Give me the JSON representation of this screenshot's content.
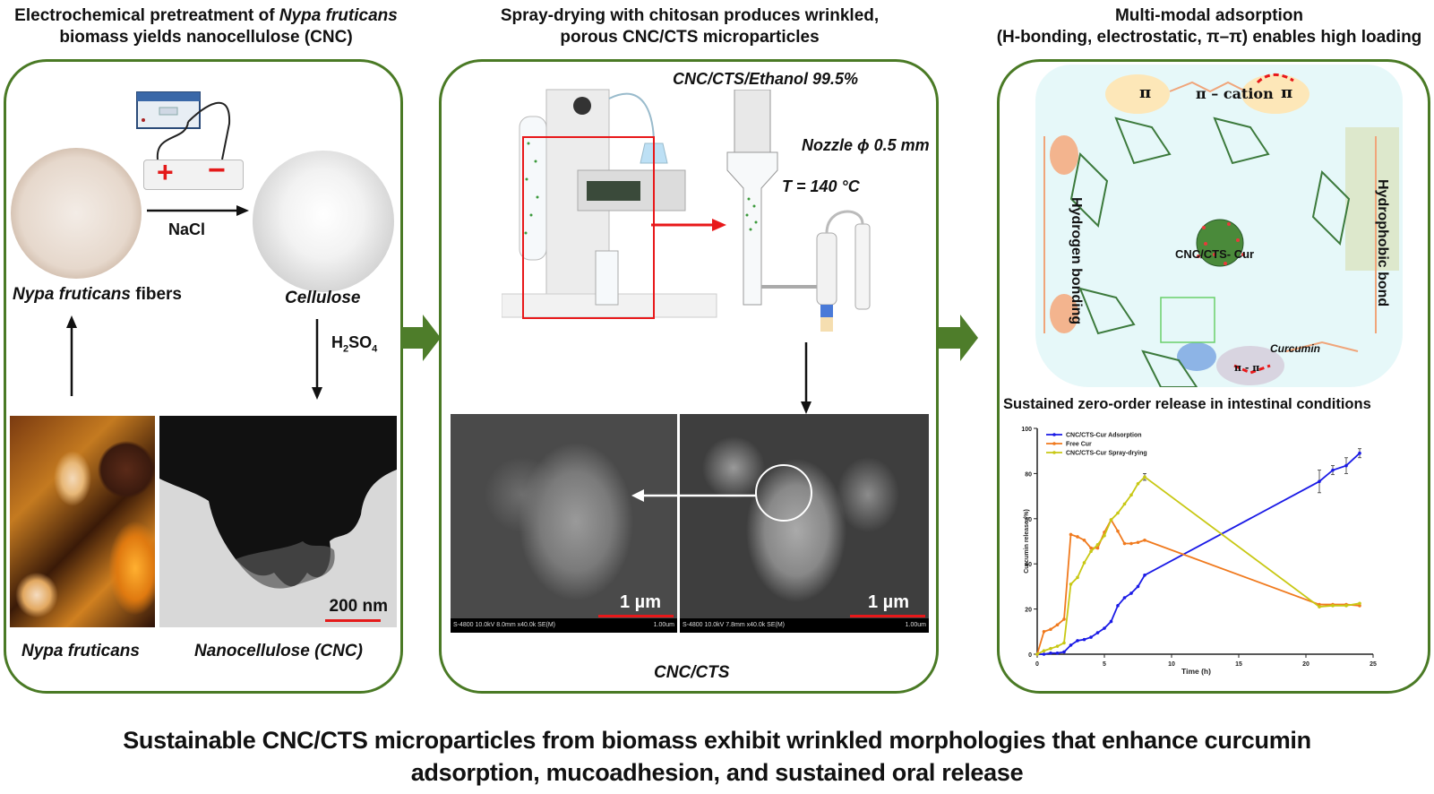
{
  "titles": {
    "panel1_line1": "Electrochemical pretreatment of ",
    "panel1_line1_italic": "Nypa fruticans",
    "panel1_line2": "biomass yields nanocellulose (CNC)",
    "panel2_line1": "Spray-drying with chitosan produces wrinkled,",
    "panel2_line2": "porous CNC/CTS microparticles",
    "panel3_line1": "Multi-modal adsorption",
    "panel3_line2": "(H-bonding, electrostatic, π–π) enables high loading"
  },
  "panel1": {
    "fibers_label_italic": "Nypa fruticans",
    "fibers_label": " fibers",
    "cellulose_label": "Cellulose",
    "nacl_label": "NaCl",
    "h2so4_label": "H",
    "h2so4_sub1": "2",
    "h2so4_mid": "SO",
    "h2so4_sub2": "4",
    "plant_label": "Nypa fruticans",
    "cnc_label": "Nanocellulose (CNC)",
    "scale_bar": "200 nm",
    "plus": "+",
    "minus": "−"
  },
  "panel2": {
    "solution_label": "CNC/CTS/Ethanol 99.5%",
    "nozzle_label": "Nozzle ϕ 0.5 mm",
    "temp_label": "T = 140 °C",
    "sem_left_scale": "1 µm",
    "sem_right_scale": "1 µm",
    "sem_left_info": "S-4800 10.0kV 8.0mm x40.0k SE(M)",
    "sem_right_info": "S-4800 10.0kV 7.8mm x40.0k SE(M)",
    "sem_scale_small": "1.00um",
    "bottom_label": "CNC/CTS"
  },
  "panel3": {
    "pi_left": "π",
    "pi_cation": "π – cation",
    "pi_right": "π",
    "h_bond_label": "Hydrogen bonding",
    "hydrophobic_label": "Hydrophobic bond",
    "particle_label": "CNC/CTS- Cur",
    "curcumin_label": "Curcumin",
    "pipi_label": "π - π",
    "chart_title": "Sustained zero-order release in intestinal conditions"
  },
  "footer": {
    "line1": "Sustainable CNC/CTS microparticles from biomass exhibit wrinkled morphologies that enhance curcumin",
    "line2": "adsorption, mucoadhesion, and sustained oral release"
  },
  "colors": {
    "panel_border": "#4a7a25",
    "arrow_green": "#4e7d2a",
    "red_box": "#e8181a",
    "adsorption_series": "#1a1ae6",
    "free_cur_series": "#f07a1e",
    "spray_series": "#c8c814"
  },
  "chart_data": {
    "type": "line",
    "title": "",
    "xlabel": "Time (h)",
    "ylabel": "Curcumin release (%)",
    "xlim": [
      0,
      25
    ],
    "ylim": [
      0,
      100
    ],
    "xticks": [
      0,
      5,
      10,
      15,
      20,
      25
    ],
    "yticks": [
      0,
      20,
      40,
      60,
      80,
      100
    ],
    "grid": false,
    "legend": "top-left",
    "x": [
      0,
      0.5,
      1,
      1.5,
      2,
      2.5,
      3,
      3.5,
      4,
      4.5,
      5,
      5.5,
      6,
      6.5,
      7,
      7.5,
      8,
      21,
      22,
      23,
      24
    ],
    "series": [
      {
        "name": "CNC/CTS-Cur Adsorption",
        "color": "#1a1ae6",
        "values": [
          0,
          0,
          0.5,
          0.5,
          1,
          4,
          6,
          6.5,
          7.5,
          9.5,
          11.5,
          14.5,
          21.5,
          25,
          27,
          30,
          35,
          76.5,
          81.5,
          83.5,
          89
        ],
        "errors": [
          0,
          0,
          0,
          0,
          0,
          0,
          0,
          0,
          0,
          0,
          0,
          0,
          0,
          0,
          0,
          0,
          0,
          5,
          2,
          3.5,
          2
        ]
      },
      {
        "name": "Free Cur",
        "color": "#f07a1e",
        "values": [
          0,
          10,
          11,
          13,
          15.5,
          53,
          52,
          50.5,
          47,
          47,
          54,
          59.5,
          54.5,
          49,
          49,
          49.5,
          50.5,
          22,
          22,
          22,
          21.5
        ],
        "errors": [
          0,
          0,
          0,
          0,
          0,
          0,
          0,
          0,
          0,
          0,
          0,
          0,
          0,
          0,
          0,
          0,
          0,
          0,
          0,
          0,
          0
        ]
      },
      {
        "name": "CNC/CTS-Cur Spray-drying",
        "color": "#c8c814",
        "values": [
          0,
          1.5,
          2.5,
          3.5,
          5,
          31,
          34,
          40.5,
          45.5,
          48.5,
          52.5,
          59.5,
          62.5,
          66.5,
          70.5,
          75.5,
          78.5,
          21,
          21.5,
          21.5,
          22.5
        ],
        "errors": [
          0,
          0,
          0,
          0,
          0,
          0,
          0,
          0,
          0,
          0,
          0,
          0,
          0,
          0,
          0,
          0,
          1.5,
          0,
          0,
          0,
          0
        ]
      }
    ]
  }
}
